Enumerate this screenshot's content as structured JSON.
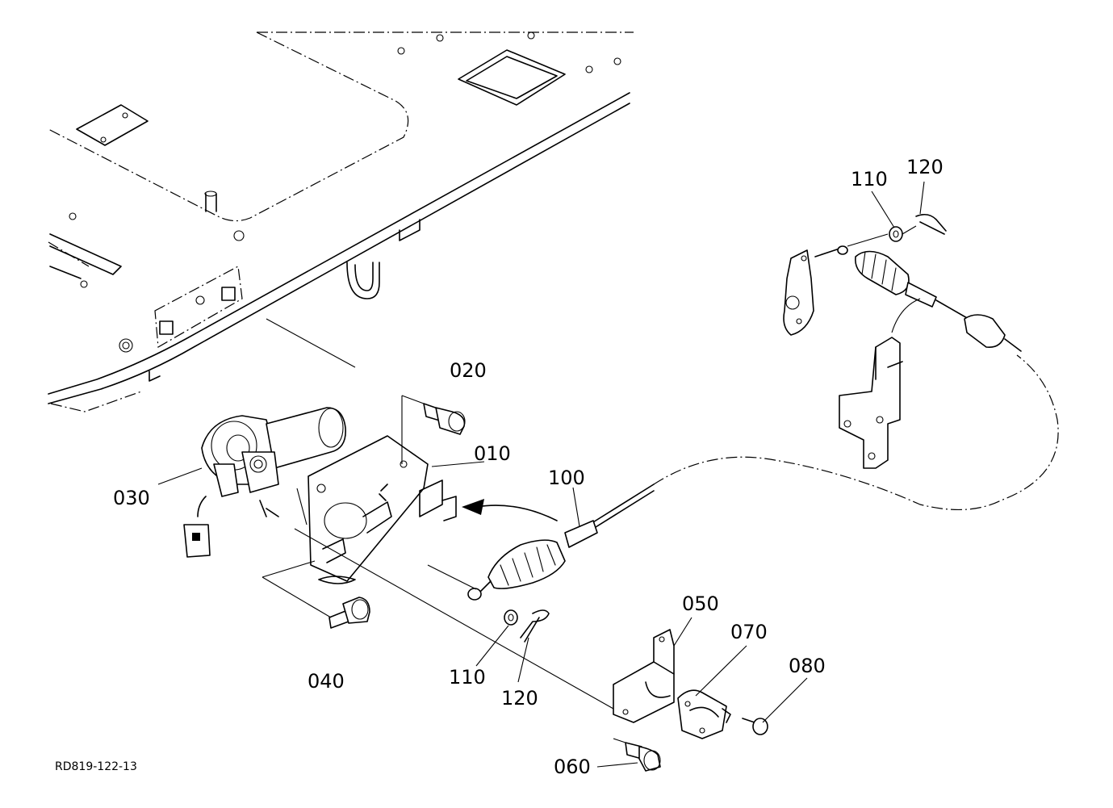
{
  "diagram": {
    "reference_code": "RD819-122-13",
    "callouts": {
      "p010": "010",
      "p020": "020",
      "p030": "030",
      "p040": "040",
      "p050": "050",
      "p060": "060",
      "p070": "070",
      "p080": "080",
      "p100": "100",
      "p110_lower": "110",
      "p120_lower": "120",
      "p110_upper": "110",
      "p120_upper": "120"
    }
  }
}
